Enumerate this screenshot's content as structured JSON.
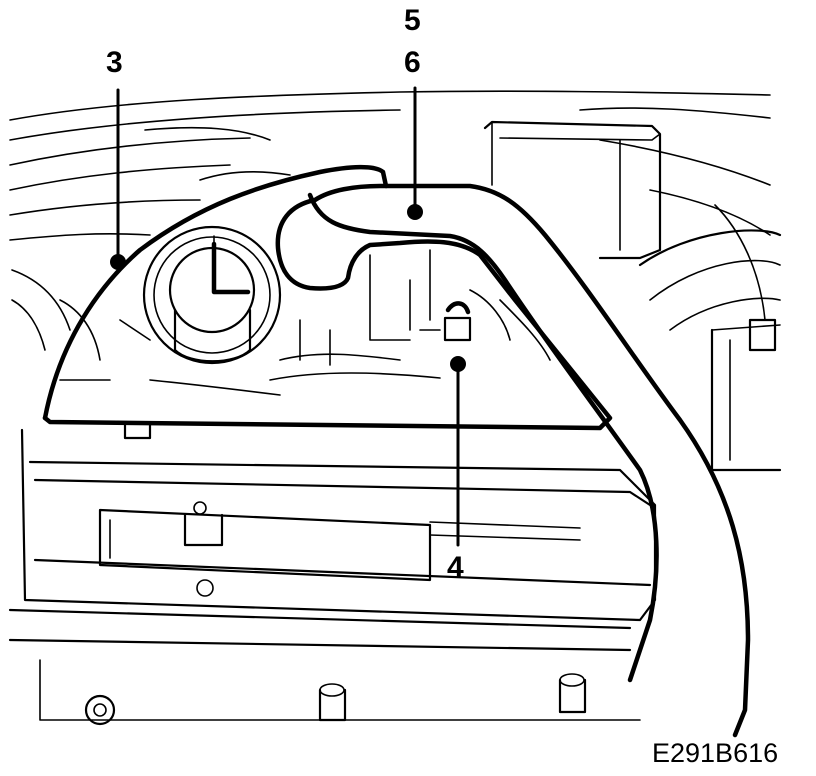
{
  "callouts": {
    "c3": "3",
    "c5": "5",
    "c6": "6",
    "c4": "4"
  },
  "figure_code": "E291B616"
}
